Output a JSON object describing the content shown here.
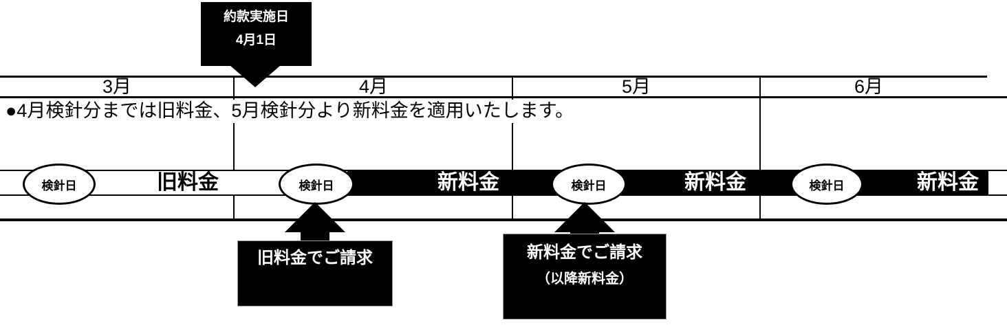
{
  "colors": {
    "ink": "#000000",
    "paper": "#ffffff"
  },
  "top_callout": {
    "title": "約款実施日",
    "date": "4月1日"
  },
  "timeline": {
    "months": [
      "3月",
      "4月",
      "5月",
      "6月"
    ]
  },
  "note": "●4月検針分までは旧料金、5月検針分より新料金を適用いたします。",
  "bar": {
    "old_rate_label": "旧料金",
    "new_rate_labels": [
      "新料金",
      "新料金",
      "新料金"
    ],
    "meter_reading_labels": [
      "検針日",
      "検針日",
      "検針日",
      "検針日"
    ]
  },
  "callouts": {
    "old_billing": {
      "line1": "旧料金でご請求"
    },
    "new_billing": {
      "line1": "新料金でご請求",
      "line2": "（以降新料金）"
    }
  }
}
